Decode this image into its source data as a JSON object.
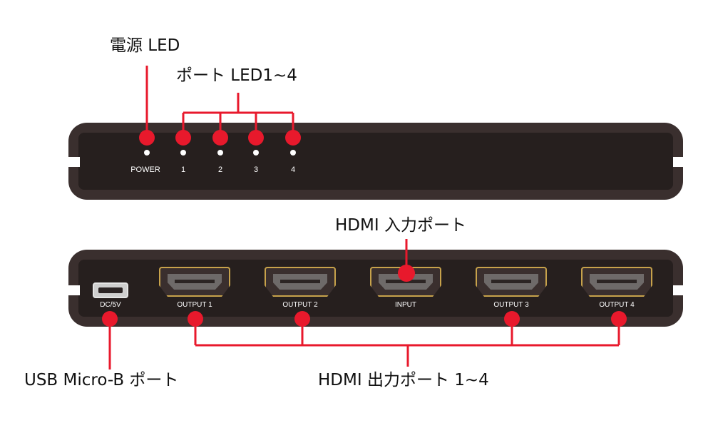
{
  "callouts": {
    "power_led": "電源 LED",
    "port_leds": "ポート LED1~4",
    "hdmi_input": "HDMI 入力ポート",
    "usb_port": "USB Micro-B ポート",
    "hdmi_outputs": "HDMI 出力ポート 1~4"
  },
  "front_panel": {
    "power_label": "POWER",
    "port_labels": [
      "1",
      "2",
      "3",
      "4"
    ]
  },
  "rear_panel": {
    "dc_label": "DC/5V",
    "ports": [
      "OUTPUT 1",
      "OUTPUT 2",
      "INPUT",
      "OUTPUT 3",
      "OUTPUT 4"
    ]
  },
  "colors": {
    "callout_red": "#e8192c",
    "device_body": "#3a2f2e",
    "hdmi_trim": "#c7a24b"
  },
  "icons": {
    "hdmi_port": "hdmi-port-icon",
    "usb_port": "usb-micro-b-icon",
    "led": "led-indicator-icon"
  }
}
